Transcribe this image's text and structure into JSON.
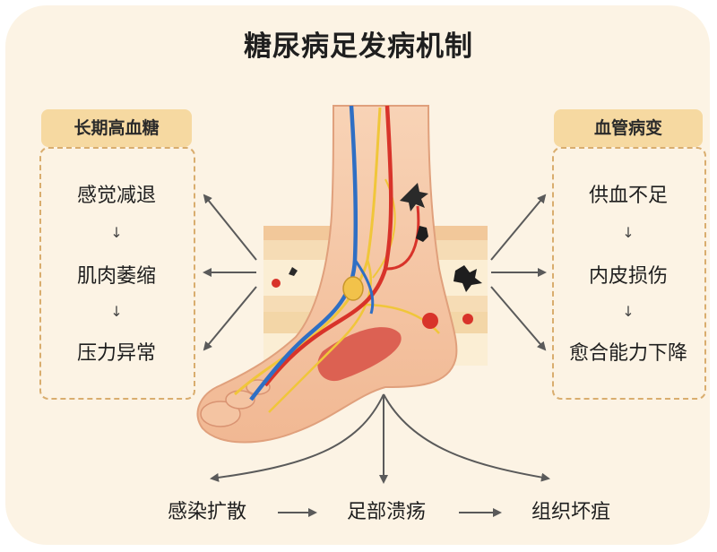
{
  "title": "糖尿病足发病机制",
  "left_panel": {
    "header": "长期高血糖",
    "steps": [
      "感觉减退",
      "肌肉萎缩",
      "压力异常"
    ]
  },
  "right_panel": {
    "header": "血管病变",
    "steps": [
      "供血不足",
      "内皮损伤",
      "愈合能力下降"
    ]
  },
  "bottom_flow": [
    "感染扩散",
    "足部溃疡",
    "组织坏疽"
  ],
  "arrow_glyph": "↓",
  "colors": {
    "background": "#fcf3e4",
    "header_fill": "#f6d9a1",
    "dashed_border": "#d9ad6e",
    "arrow": "#5a5a5a",
    "artery": "#d8332a",
    "vein": "#2f6fc4",
    "nerve": "#f0c63a",
    "skin": "#f6c9a8"
  }
}
